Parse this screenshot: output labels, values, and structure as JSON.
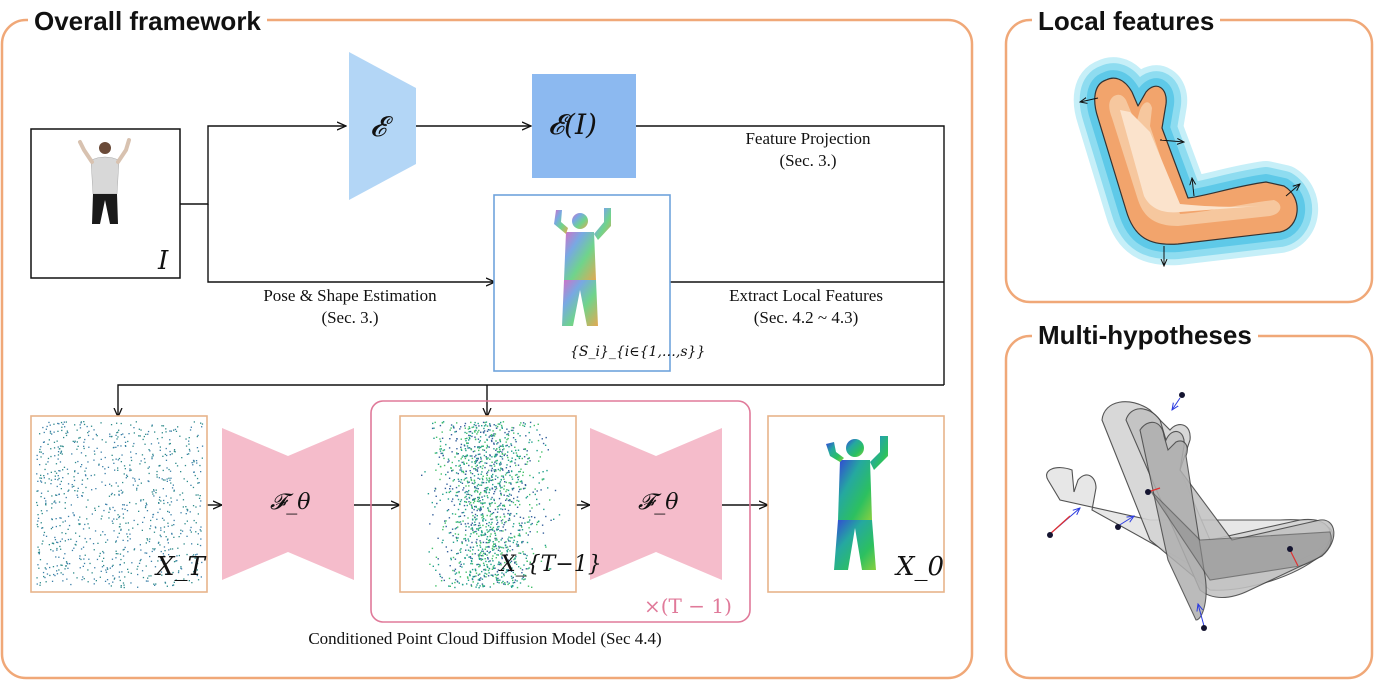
{
  "titles": {
    "overall": "Overall framework",
    "local": "Local features",
    "multi": "Multi-hypotheses"
  },
  "nodes": {
    "input_image": "I",
    "encoder": "𝓔",
    "encoded": "𝓔(I)",
    "smpl": "{S_i}_{i∈{1,…,s}}",
    "denoiser_1": "𝓕_θ",
    "denoiser_2": "𝓕_θ",
    "x_t": "X_T",
    "x_t_minus_1": "X_{T−1}",
    "x_0": "X_0",
    "repeat": "×(T − 1)"
  },
  "captions": {
    "feature_projection": "Feature Projection",
    "feature_projection_sec": "(Sec. 3.)",
    "pose_shape": "Pose & Shape Estimation",
    "pose_shape_sec": "(Sec. 3.)",
    "local_features": "Extract Local Features",
    "local_features_sec": "(Sec. 4.2 ~ 4.3)",
    "diffusion_model": "Conditioned Point Cloud Diffusion Model (Sec 4.4)"
  },
  "colors": {
    "frame_orange": "#f0a878",
    "encoder_blue": "#b3d6f6",
    "feature_blue": "#8cb9f0",
    "denoiser_pink": "#f5bccb",
    "loop_pink": "#e07a9a",
    "box_blue": "#6fa3dc",
    "box_orange": "#e8b48a",
    "cyan": "#5ec9e8",
    "peach": "#f2a46c"
  }
}
